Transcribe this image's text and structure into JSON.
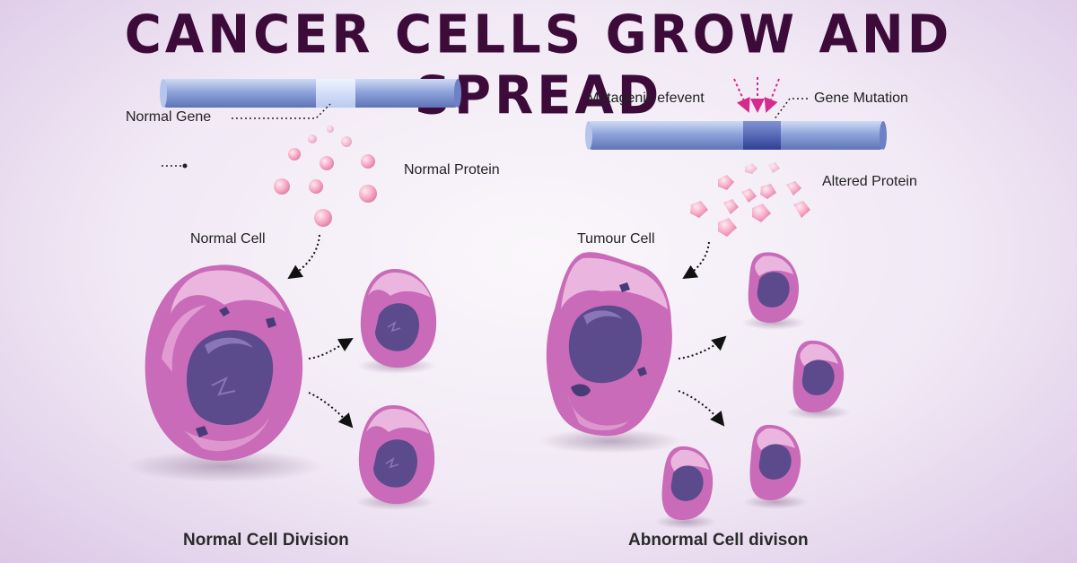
{
  "title": "CANCER CELLS GROW AND SPREAD",
  "labels": {
    "normal_gene": "Normal Gene",
    "normal_protein": "Normal Protein",
    "normal_cell": "Normal Cell",
    "normal_division": "Normal Cell Division",
    "mutagenic_event": "Mutagenic efevent",
    "gene_mutation": "Gene Mutation",
    "altered_protein": "Altered Protein",
    "tumour_cell": "Tumour Cell",
    "abnormal_division": "Abnormal Cell divison"
  },
  "colors": {
    "title": "#3d0b3a",
    "cell_body": "#c96bb8",
    "cell_light": "#eab6df",
    "nucleus": "#5b4a8c",
    "gene_bar": "#8fa4da",
    "mutation_arrow": "#d42b8c",
    "protein": "#f2a7c0"
  }
}
